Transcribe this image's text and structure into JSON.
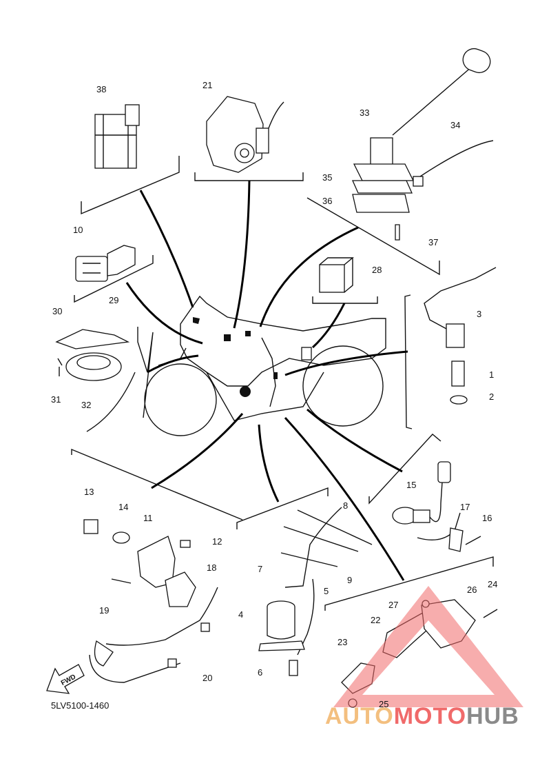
{
  "diagram": {
    "reference_code": "5LV5100-1460",
    "direction_label": "FWD",
    "part_numbers": [
      "1",
      "2",
      "3",
      "4",
      "5",
      "6",
      "7",
      "8",
      "9",
      "10",
      "11",
      "12",
      "13",
      "14",
      "15",
      "16",
      "17",
      "18",
      "19",
      "20",
      "21",
      "22",
      "23",
      "24",
      "25",
      "26",
      "27",
      "28",
      "29",
      "30",
      "31",
      "32",
      "33",
      "34",
      "35",
      "36",
      "37",
      "38"
    ]
  },
  "watermark": {
    "part1": "AUTO",
    "part2": "MOTO",
    "part3": "HUB",
    "colors": {
      "auto": "#f3bf7f",
      "moto": "#f06a6a",
      "hub": "#8a8a8a",
      "triangle": "#f06a6a"
    }
  }
}
